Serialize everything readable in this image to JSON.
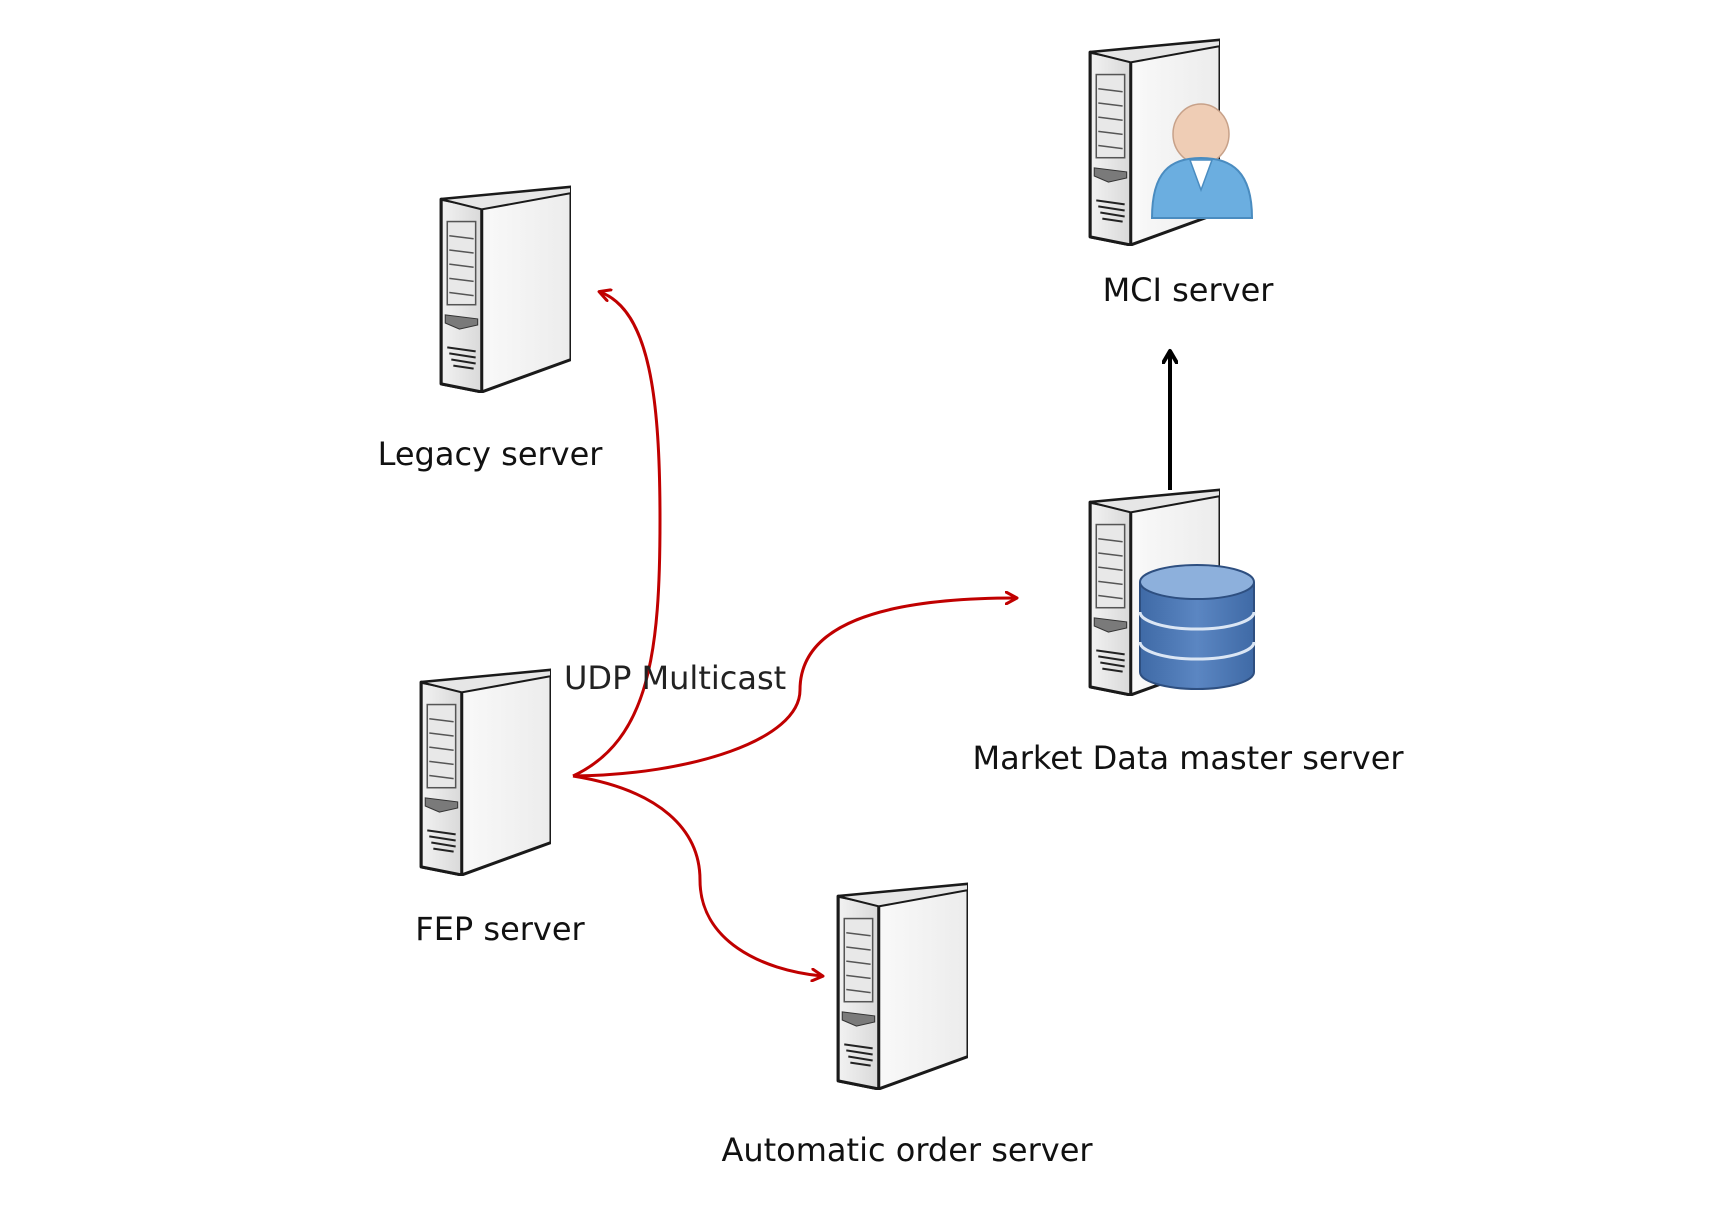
{
  "nodes": {
    "legacy": {
      "label": "Legacy server"
    },
    "fep": {
      "label": "FEP server"
    },
    "mci": {
      "label": "MCI server"
    },
    "market": {
      "label": "Market Data master server"
    },
    "auto": {
      "label": "Automatic order server"
    }
  },
  "edges": {
    "multicast": {
      "label": "UDP Multicast",
      "color": "#c00000"
    },
    "upload": {
      "color": "#000000"
    }
  }
}
